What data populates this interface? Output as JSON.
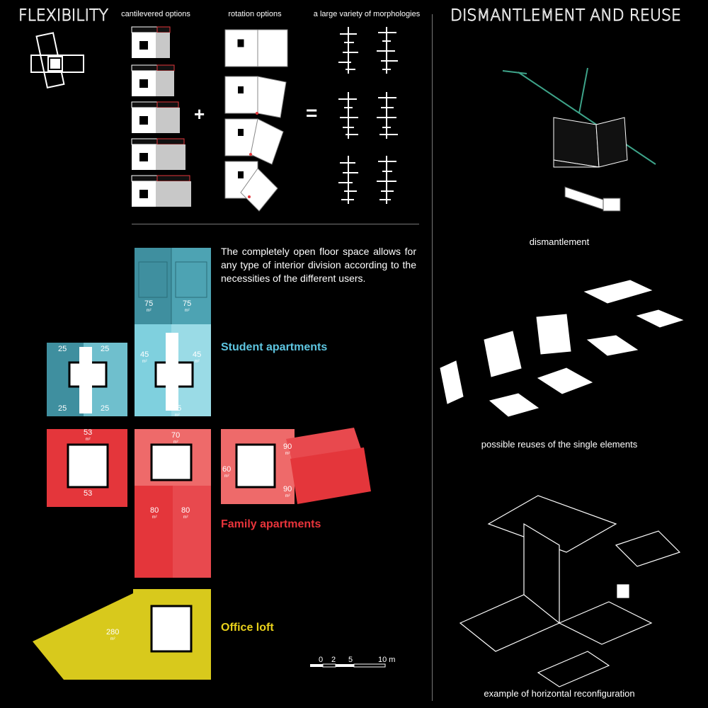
{
  "flexibility": {
    "title": "FLEXIBILITY",
    "cantilevered_label": "cantilevered options",
    "rotation_label": "rotation options",
    "morphology_label": "a large variety of morphologies",
    "plus": "+",
    "equals": "="
  },
  "reuse": {
    "title": "DISMANTLEMENT AND REUSE",
    "dismantlement_caption": "dismantlement",
    "reuses_caption": "possible reuses of the single elements",
    "horizontal_caption": "example of horizontal reconfiguration"
  },
  "description": "The completely open floor space allows for any type of interior division according to the necessities of the different users.",
  "labels": {
    "student": "Student apartments",
    "family": "Family apartments",
    "office": "Office loft"
  },
  "areas": {
    "unit": "m²",
    "s_top_left": "75",
    "s_top_right": "75",
    "s_mid_left": "45",
    "s_mid_right": "45",
    "s_bottom": "45",
    "s_w_tl": "25",
    "s_w_tr": "25",
    "s_w_bl": "25",
    "s_w_br": "25",
    "f_left_top": "53",
    "f_left_bottom": "53",
    "f_center_top": "70",
    "f_right_left": "60",
    "f_right_top": "90",
    "f_right_bottom": "90",
    "f_low_left": "80",
    "f_low_right": "80",
    "office": "280"
  },
  "scale": {
    "ticks": [
      "0",
      "2",
      "5",
      "10 m"
    ]
  },
  "colors": {
    "student_dark": "#3f8f9f",
    "student_light": "#7fd0de",
    "family": "#e4363b",
    "family_light": "#ee6a6a",
    "office": "#d8c91c",
    "label_student": "#5ec5e0",
    "label_family": "#e8343b",
    "label_office": "#e9d11b"
  }
}
